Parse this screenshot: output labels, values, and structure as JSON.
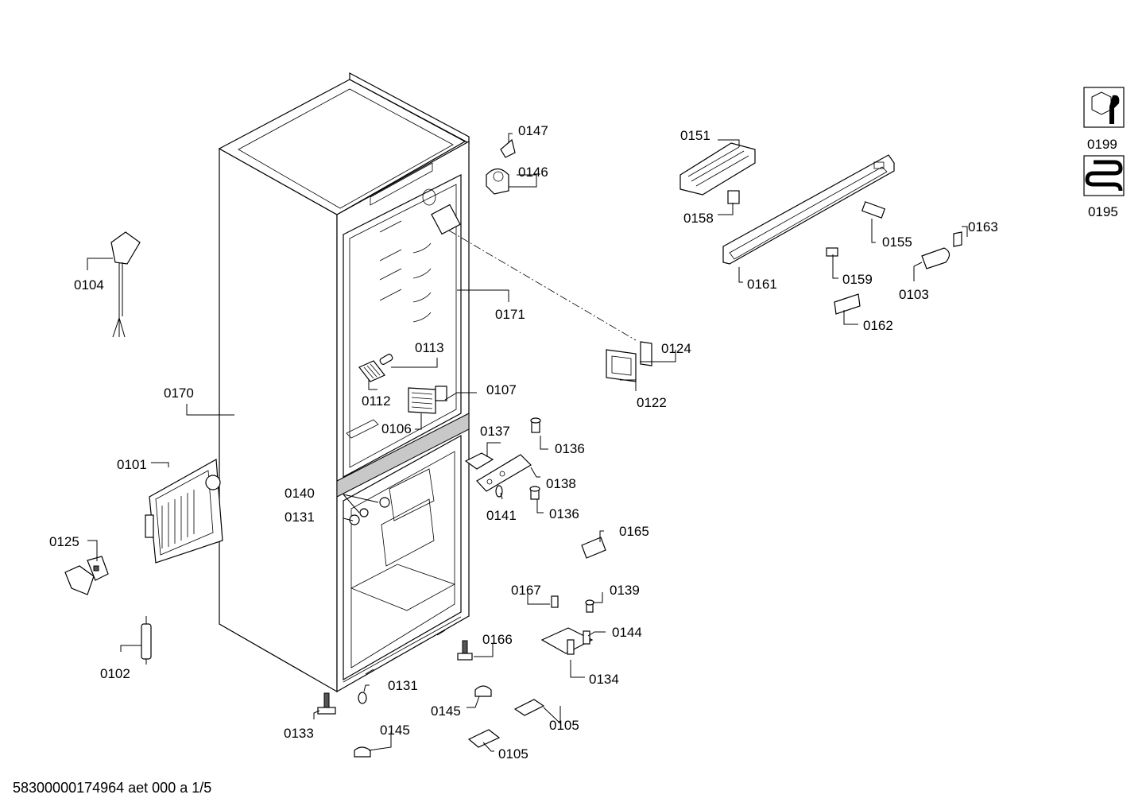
{
  "footer": {
    "text": "58300000174964 aet 000 a 1/5"
  },
  "icons": {
    "service": "0199",
    "heat": "0195"
  },
  "labels": {
    "l0101": "0101",
    "l0102": "0102",
    "l0103": "0103",
    "l0104": "0104",
    "l0105a": "0105",
    "l0105b": "0105",
    "l0106": "0106",
    "l0107": "0107",
    "l0112": "0112",
    "l0113": "0113",
    "l0122": "0122",
    "l0124": "0124",
    "l0125": "0125",
    "l0131a": "0131",
    "l0131b": "0131",
    "l0133": "0133",
    "l0134": "0134",
    "l0136a": "0136",
    "l0136b": "0136",
    "l0137": "0137",
    "l0138": "0138",
    "l0139": "0139",
    "l0140": "0140",
    "l0141": "0141",
    "l0144": "0144",
    "l0145a": "0145",
    "l0145b": "0145",
    "l0146": "0146",
    "l0147": "0147",
    "l0151": "0151",
    "l0155": "0155",
    "l0158": "0158",
    "l0159": "0159",
    "l0161": "0161",
    "l0162": "0162",
    "l0163": "0163",
    "l0165": "0165",
    "l0166": "0166",
    "l0167": "0167",
    "l0170": "0170",
    "l0171": "0171"
  }
}
